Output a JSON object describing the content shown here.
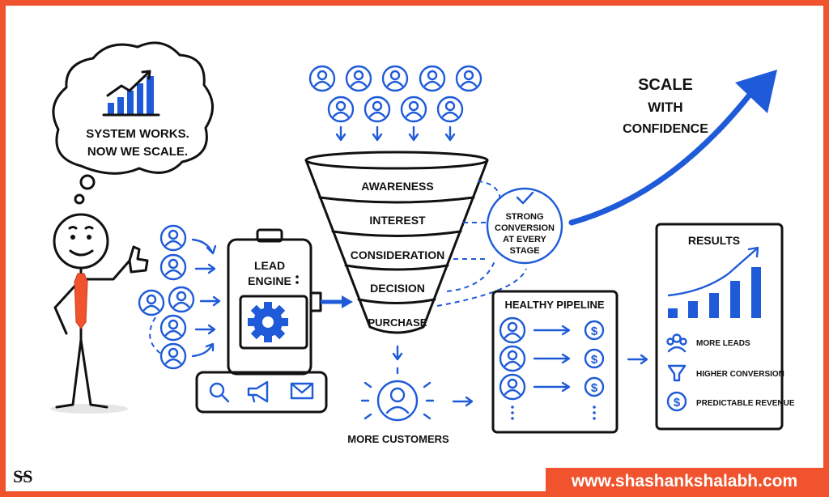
{
  "thought": {
    "line1": "SYSTEM WORKS.",
    "line2": "NOW WE SCALE."
  },
  "lead_engine": {
    "line1": "LEAD",
    "line2": "ENGINE"
  },
  "funnel": {
    "stages": [
      "AWARENESS",
      "INTEREST",
      "CONSIDERATION",
      "DECISION",
      "PURCHASE"
    ]
  },
  "strong": {
    "lines": [
      "STRONG",
      "CONVERSION",
      "AT EVERY",
      "STAGE"
    ]
  },
  "scale": {
    "lines": [
      "SCALE",
      "WITH",
      "CONFIDENCE"
    ]
  },
  "pipeline": {
    "title": "HEALTHY PIPELINE"
  },
  "customers": {
    "label": "MORE CUSTOMERS"
  },
  "results": {
    "title": "RESULTS",
    "items": [
      "MORE LEADS",
      "HIGHER CONVERSION",
      "PREDICTABLE REVENUE"
    ]
  },
  "brand": {
    "url": "www.shashankshalabh.com",
    "logo": "S̶S"
  },
  "colors": {
    "accent": "#1f5bd8",
    "brand": "#f0532d",
    "ink": "#111111"
  }
}
